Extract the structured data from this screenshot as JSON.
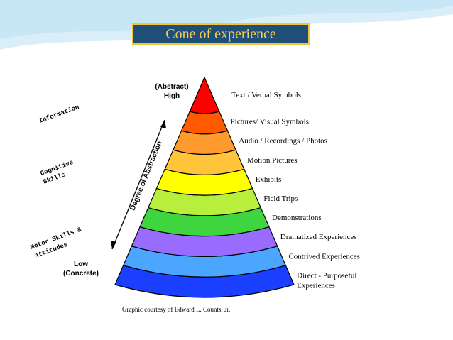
{
  "colors": {
    "title_bg": "#1f4e79",
    "title_border": "#f0c63a",
    "title_text": "#f3cf4d",
    "background_wave": "#cfe9f8"
  },
  "title": "Cone of experience",
  "cone": {
    "top_label_1": "(Abstract)",
    "top_label_2": "High",
    "bottom_label_1": "Low",
    "bottom_label_2": "(Concrete)",
    "axis_label": "Degree of Abstraction",
    "side_labels": [
      "Information",
      "Cognitive",
      "Skills",
      "Motor Skills &",
      "Attitudes"
    ],
    "layers": [
      {
        "label": "Text / Verbal Symbols",
        "color": "#ff0000"
      },
      {
        "label": "Pictures/ Visual Symbols",
        "color": "#ff5a00"
      },
      {
        "label": "Audio / Recordings / Photos",
        "color": "#ff9a2e"
      },
      {
        "label": "Motion Pictures",
        "color": "#ffc43a"
      },
      {
        "label": "Exhibits",
        "color": "#ffff00"
      },
      {
        "label": "Field Trips",
        "color": "#b7ef3c"
      },
      {
        "label": "Demonstrations",
        "color": "#3fd53f"
      },
      {
        "label": "Dramatized Experiences",
        "color": "#9a6bff"
      },
      {
        "label": "Contrived Experiences",
        "color": "#4aa6ff"
      },
      {
        "label": "Direct - Purposeful",
        "color": "#1b3fff"
      }
    ],
    "last_label_line2": "Experiences",
    "credit": "Graphic courtesy of Edward L. Counts, Jr."
  }
}
